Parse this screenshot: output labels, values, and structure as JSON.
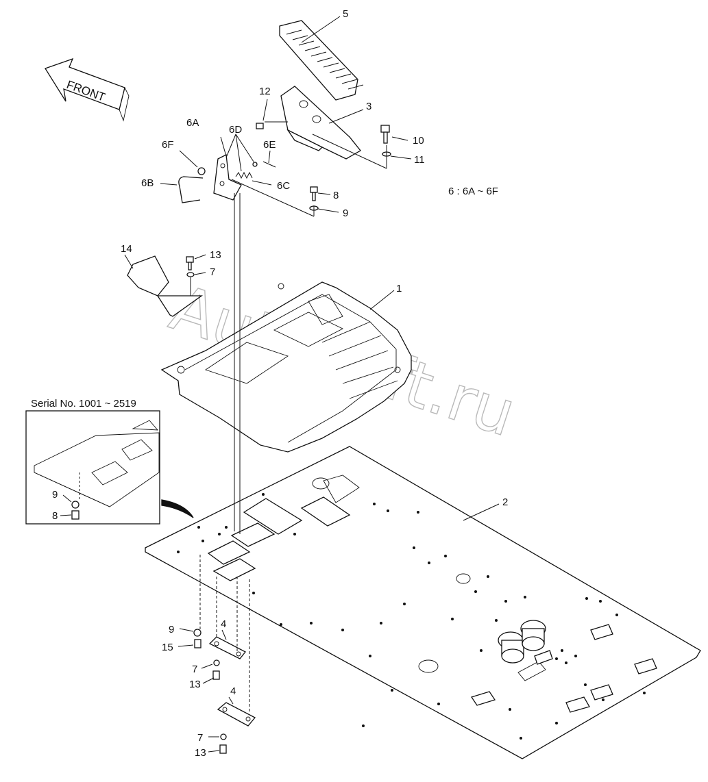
{
  "diagram": {
    "front_label": "FRONT",
    "note": "6 : 6A ~ 6F",
    "inset_title": "Serial No. 1001 ~ 2519",
    "watermark": "AutoSoft.ru",
    "callouts": {
      "p1": "1",
      "p2": "2",
      "p3": "3",
      "p4a": "4",
      "p4b": "4",
      "p5": "5",
      "p6a": "6A",
      "p6b": "6B",
      "p6c": "6C",
      "p6d": "6D",
      "p6e": "6E",
      "p6f": "6F",
      "p7a": "7",
      "p7b": "7",
      "p7c": "7",
      "p8a": "8",
      "p8b": "8",
      "p9a": "9",
      "p9b": "9",
      "p9c": "9",
      "p10": "10",
      "p11": "11",
      "p12": "12",
      "p13a": "13",
      "p13b": "13",
      "p13c": "13",
      "p14": "14",
      "p15": "15"
    }
  }
}
